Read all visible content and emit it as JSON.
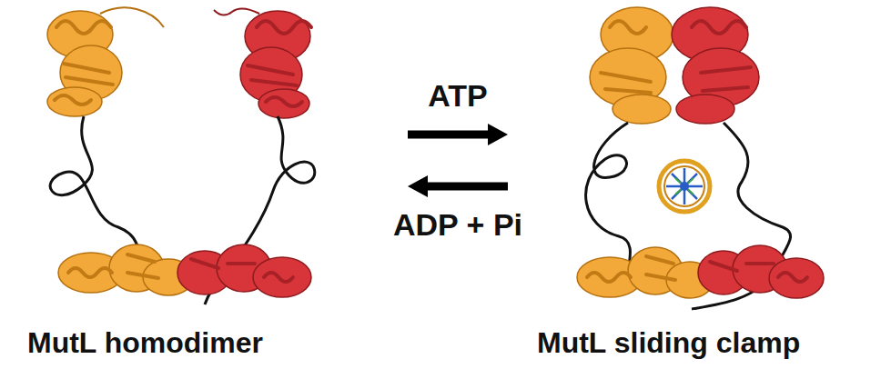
{
  "diagram": {
    "nodes": [
      {
        "text": [
          "MutL homodimer"
        ]
      },
      {
        "text": [
          "MutL sliding clamp"
        ]
      }
    ],
    "edges": [
      {
        "from": 0,
        "to": 1,
        "arrow": "to",
        "label": "ATP"
      },
      {
        "from": 1,
        "to": 0,
        "arrow": "to",
        "label": "ADP + Pi"
      }
    ]
  }
}
